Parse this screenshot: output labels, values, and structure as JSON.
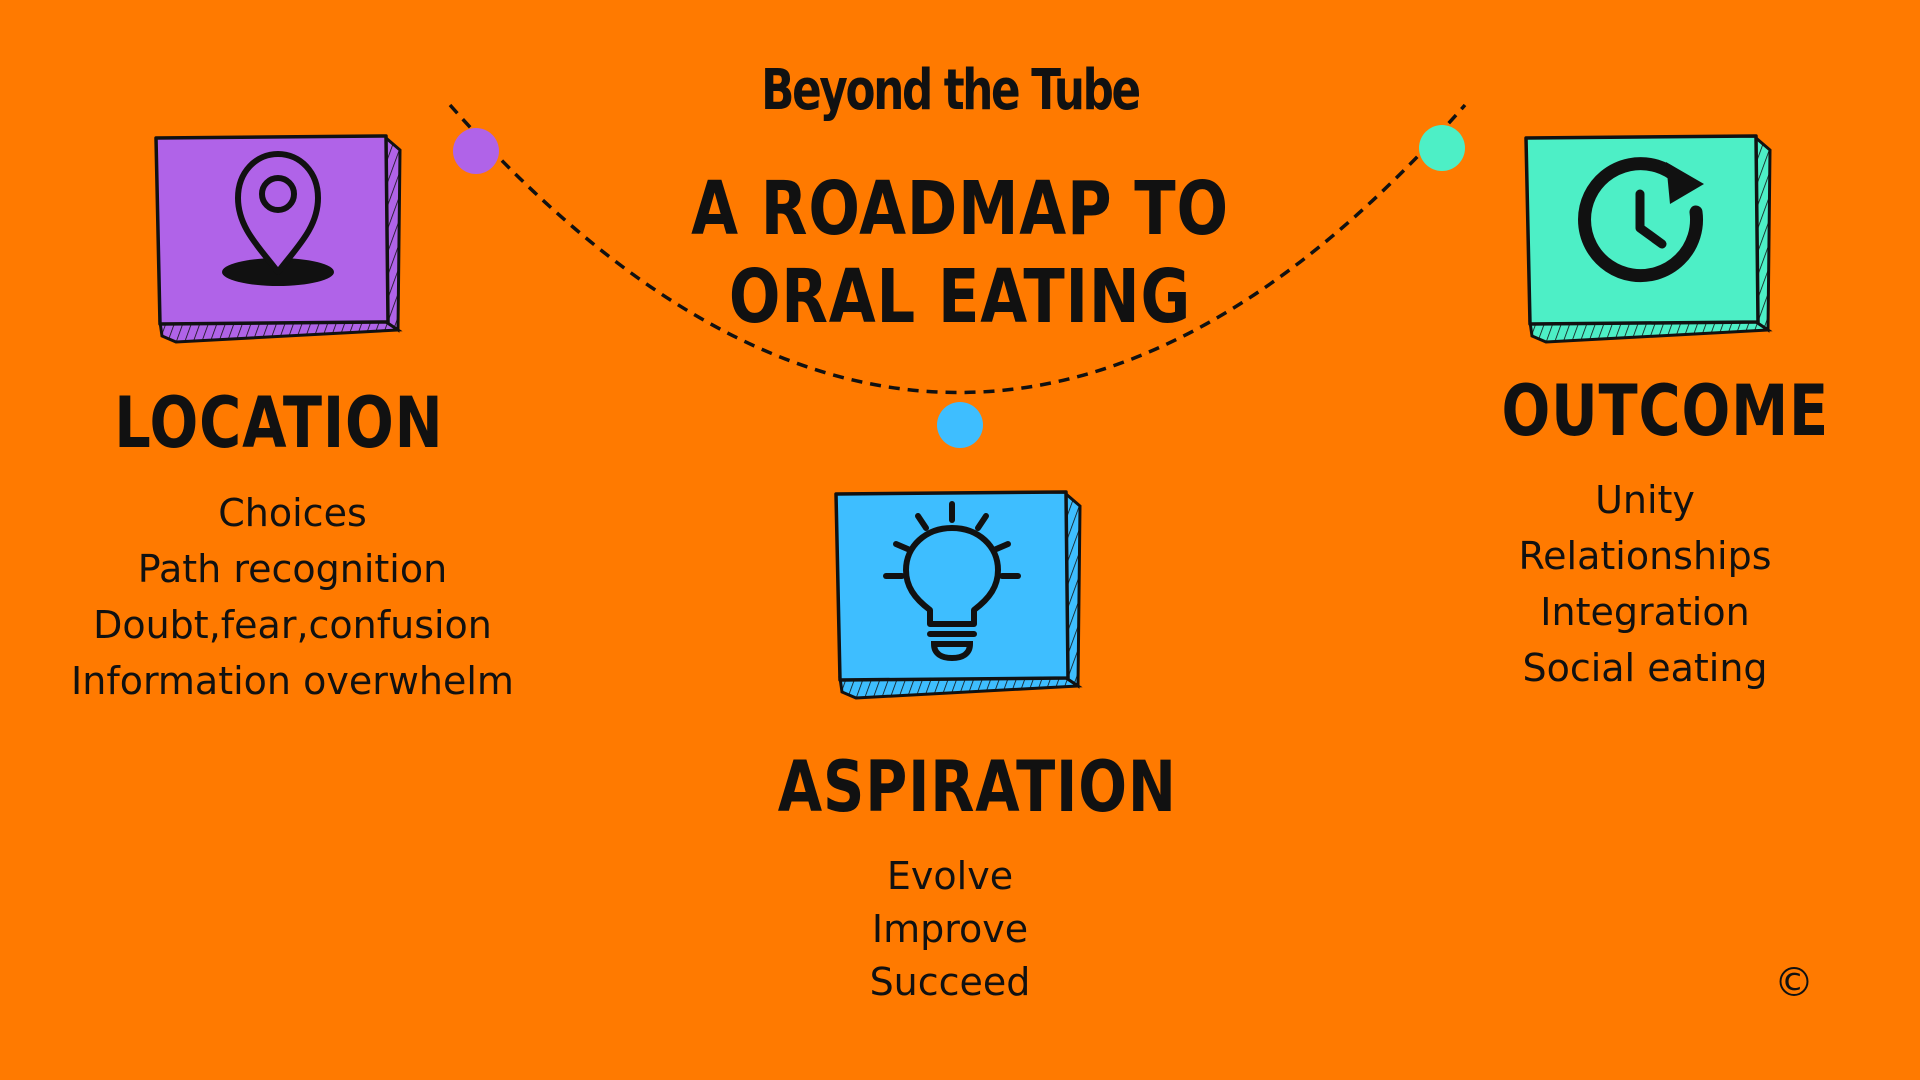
{
  "subtitle": "Beyond the Tube",
  "title_lines": [
    "A ROADMAP TO",
    "ORAL EATING"
  ],
  "sections": {
    "location": {
      "heading": "LOCATION",
      "items": [
        "Choices",
        "Path recognition",
        "Doubt,fear,confusion",
        "Information overwhelm"
      ],
      "icon": "map-pin-icon",
      "color": "#B063E8"
    },
    "aspiration": {
      "heading": "ASPIRATION",
      "items": [
        "Evolve",
        "Improve",
        "Succeed"
      ],
      "icon": "lightbulb-icon",
      "color": "#3EBEFF"
    },
    "outcome": {
      "heading": "OUTCOME",
      "items": [
        "Unity",
        "Relationships",
        "Integration",
        "Social eating"
      ],
      "icon": "clock-refresh-icon",
      "color": "#4DEFC6"
    }
  },
  "copyright": "©",
  "colors": {
    "background": "#FF7A00",
    "text": "#111111",
    "dot_location": "#B063E8",
    "dot_aspiration": "#3EBEFF",
    "dot_outcome": "#4DEFC6"
  }
}
